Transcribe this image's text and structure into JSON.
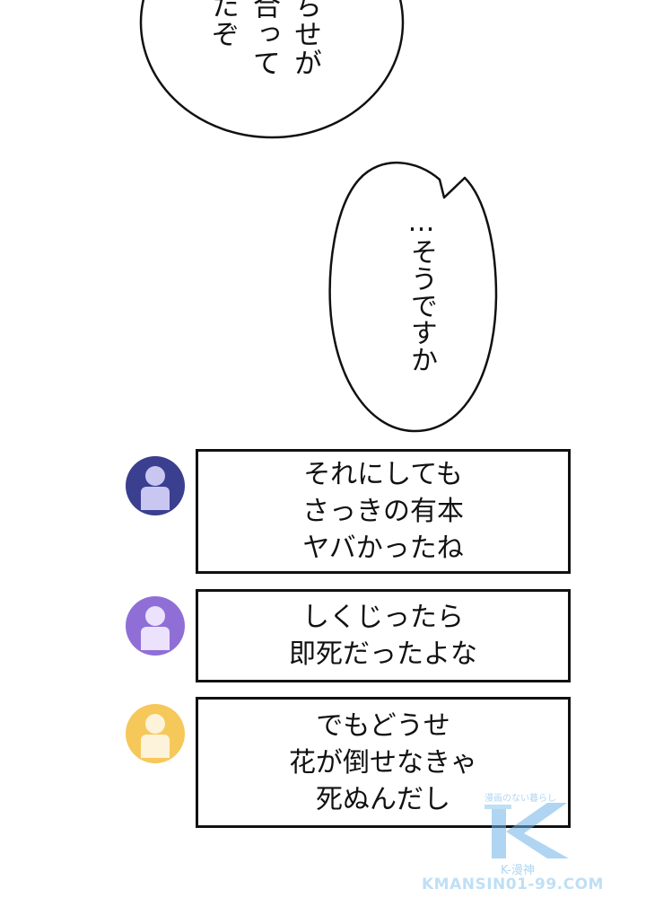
{
  "speech_bubbles": [
    {
      "id": "top",
      "text": "ちせが\n合って\nたぞ"
    },
    {
      "id": "reply",
      "text": "…そうですか"
    }
  ],
  "chat": {
    "messages": [
      {
        "avatar_color": "#3a3f8f",
        "avatar_figure_color": "#c9c6f2",
        "text": "それにしても\nさっきの有本\nヤバかったね"
      },
      {
        "avatar_color": "#8f6fd6",
        "avatar_figure_color": "#ece2fb",
        "text": "しくじったら\n即死だったよな"
      },
      {
        "avatar_color": "#f6c85a",
        "avatar_figure_color": "#fdf2da",
        "text": "でもどうせ\n花が倒せなきゃ\n死ぬんだし"
      }
    ]
  },
  "watermark": {
    "tagline": "漫画のない暮らし",
    "logo_letter": "K",
    "subtitle": "K-漫神",
    "url": "KMANSIN01-99.COM",
    "color": "#6fb4e8"
  }
}
